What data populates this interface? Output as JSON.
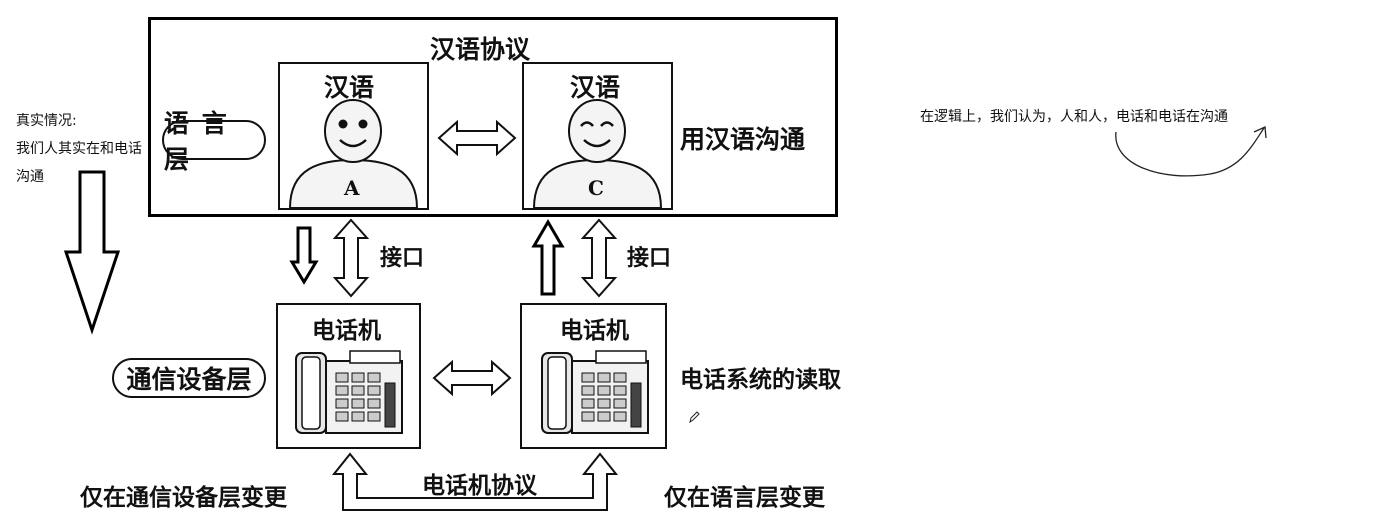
{
  "diagram": {
    "protocol_top": "汉语协议",
    "person_a": {
      "title": "汉语",
      "letter": "A"
    },
    "person_c": {
      "title": "汉语",
      "letter": "C"
    },
    "layer_language": "语 言 层",
    "layer_comm": "通信设备层",
    "right_top": "用汉语沟通",
    "right_mid": "电话系统的读取",
    "interface_left": "接口",
    "interface_right": "接口",
    "phone_left_title": "电话机",
    "phone_right_title": "电话机",
    "phone_protocol": "电话机协议",
    "bottom_left": "仅在通信设备层变更",
    "bottom_right": "仅在语言层变更"
  },
  "annotations": {
    "real_situation_line1": "真实情况:",
    "real_situation_line2": "我们人其实在和电话",
    "real_situation_line3": "沟通",
    "logic_note": "在逻辑上，我们认为，人和人，电话和电话在沟通"
  },
  "colors": {
    "line": "#111111",
    "watermark": "#cde6f6"
  },
  "icons": {
    "person": "smiley-person-icon",
    "phone": "desk-telephone-icon",
    "double_arrow": "double-headed-arrow-icon",
    "down_arrow": "down-arrow-icon",
    "up_arrow": "up-arrow-icon",
    "pencil": "pencil-cursor-icon"
  }
}
